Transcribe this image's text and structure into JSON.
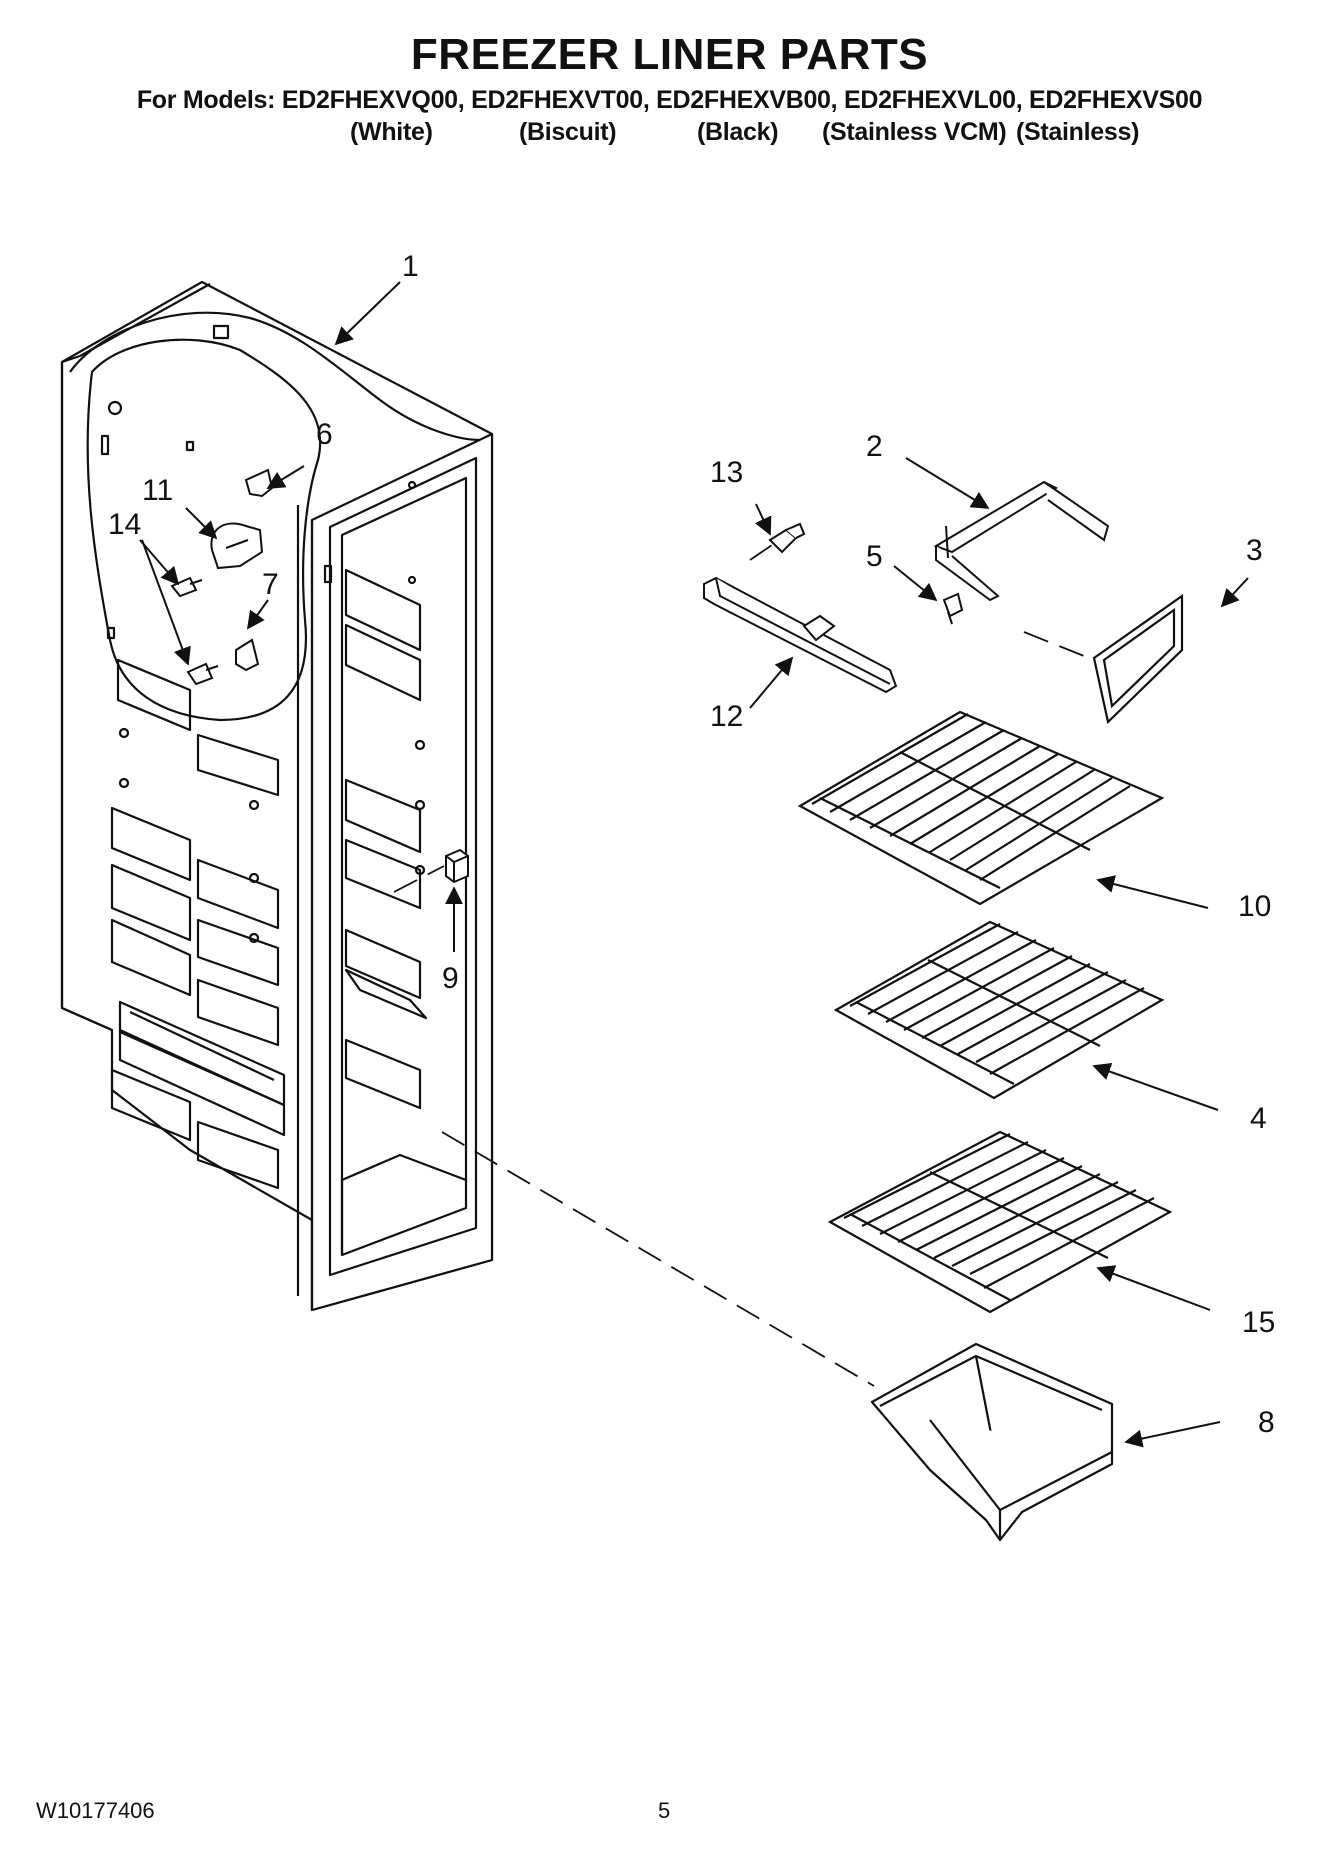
{
  "header": {
    "title": "FREEZER LINER PARTS",
    "models": "For Models: ED2FHEXVQ00, ED2FHEXVT00, ED2FHEXVB00, ED2FHEXVL00, ED2FHEXVS00",
    "variants": [
      "(White)",
      "(Biscuit)",
      "(Black)",
      "(Stainless VCM)",
      "(Stainless)"
    ]
  },
  "callouts": [
    "1",
    "2",
    "3",
    "4",
    "5",
    "6",
    "7",
    "8",
    "9",
    "10",
    "11",
    "12",
    "13",
    "14",
    "15"
  ],
  "footer": {
    "doc_number": "W10177406",
    "page": "5"
  }
}
